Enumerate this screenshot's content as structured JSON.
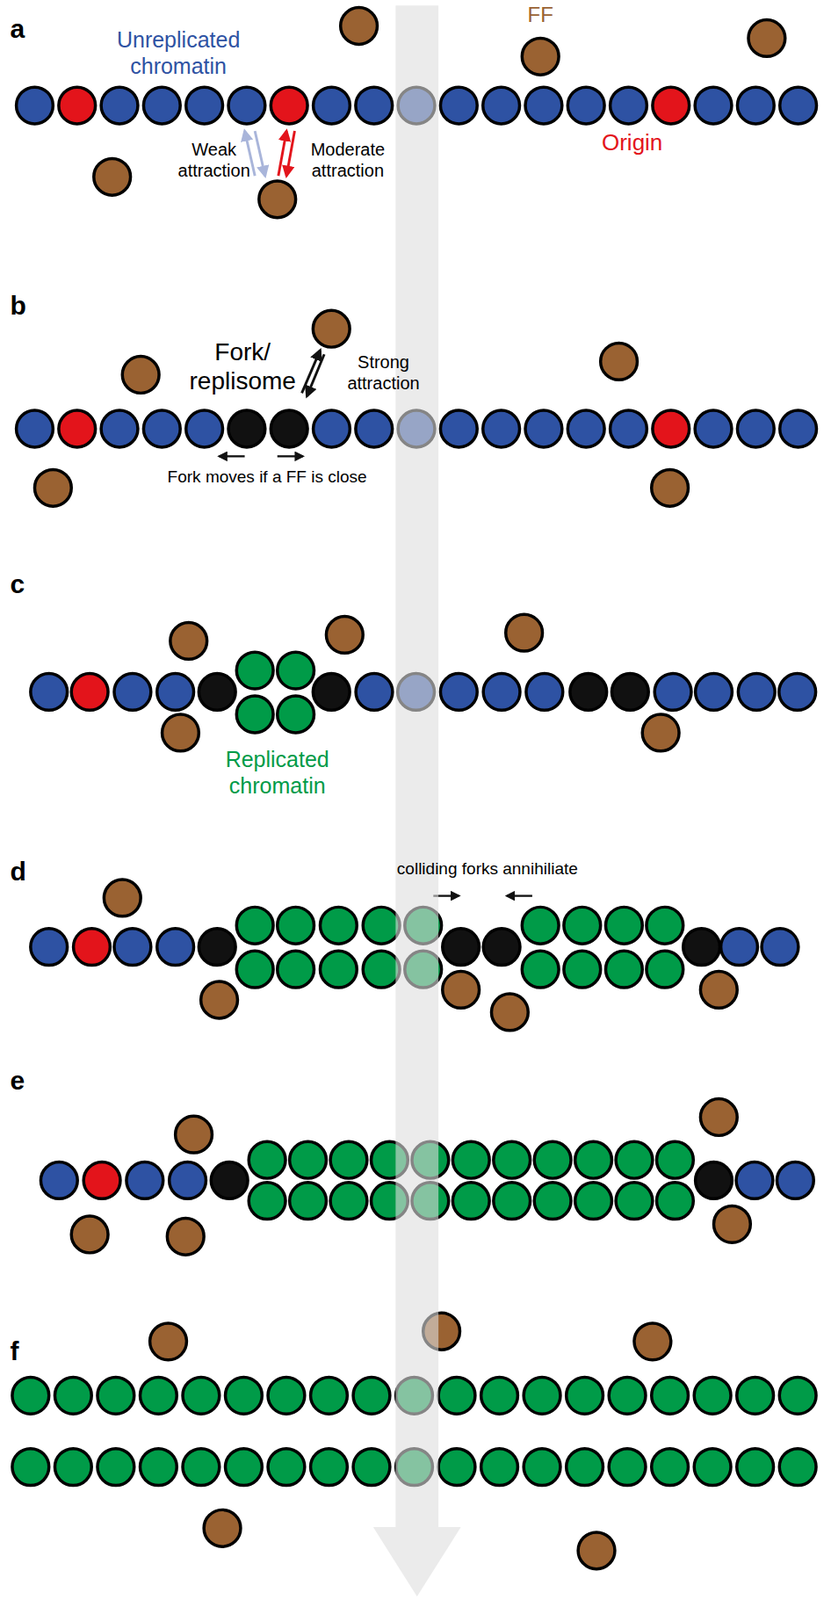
{
  "diagram": {
    "labels": [
      "a",
      "Unreplicated chromatin",
      "FF",
      "Weak attraction",
      "Moderate attraction",
      "Origin",
      "b",
      "Fork/ replisome",
      "Strong attraction",
      "Fork moves if a FF is close",
      "c",
      "Replicated chromatin",
      "d",
      "colliding forks annihiliate",
      "e",
      "f"
    ]
  }
}
